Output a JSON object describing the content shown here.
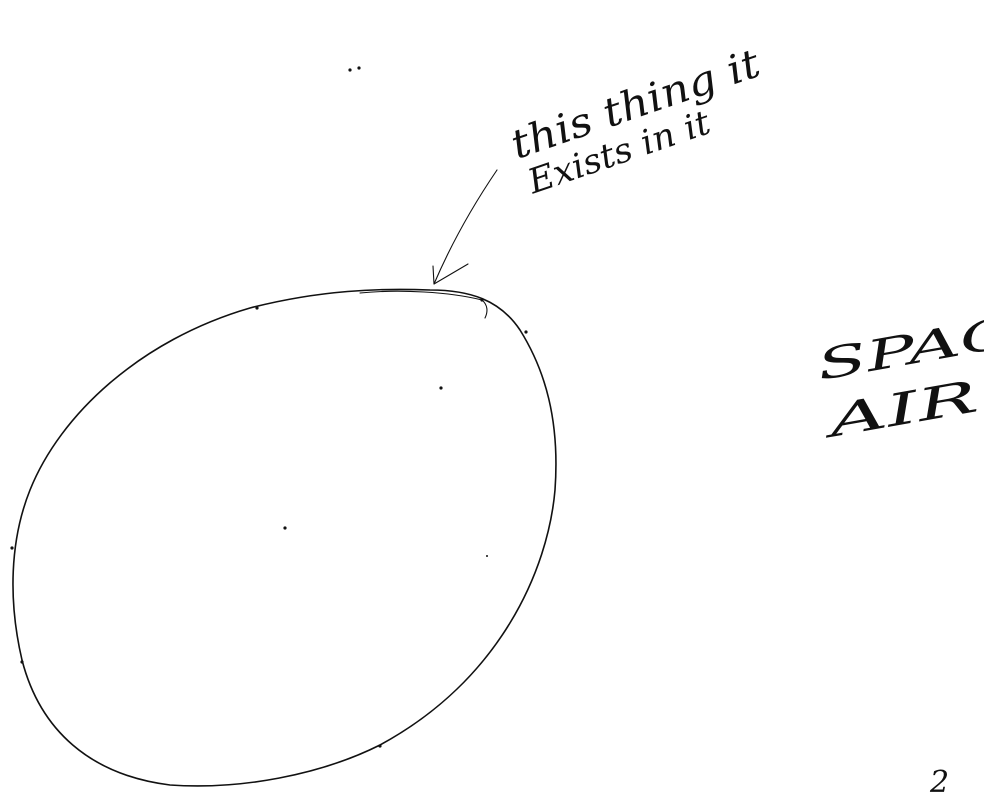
{
  "annotation": {
    "line1": "this thing it",
    "line2": "Exists in it"
  },
  "side_label": {
    "line1": "SPAC",
    "line2": "AIR"
  },
  "corner_mark": "2",
  "ink_color": "#111111",
  "background_color": "#ffffff"
}
